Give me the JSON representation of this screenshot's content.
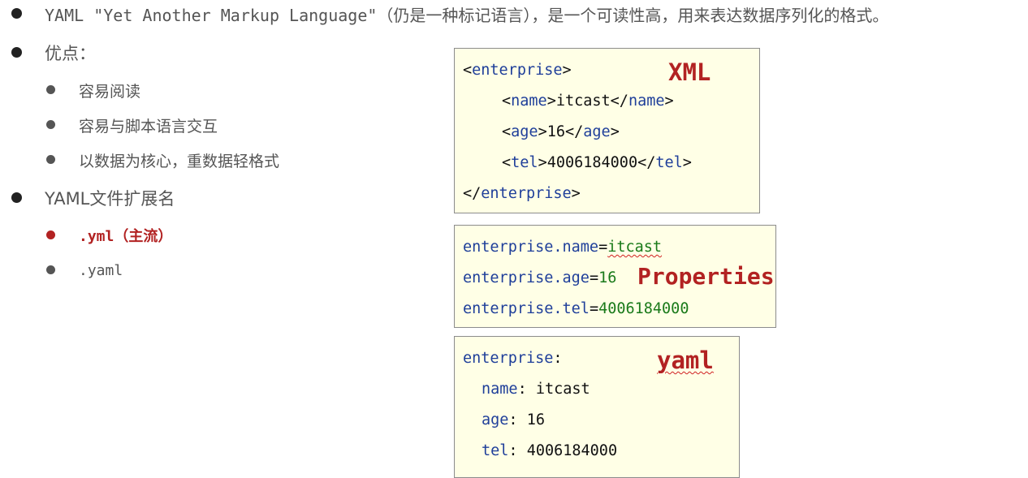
{
  "bullets": {
    "intro": "YAML \"Yet Another Markup Language\"（仍是一种标记语言），是一个可读性高，用来表达数据序列化的格式。",
    "advantages": "优点：",
    "adv_items": [
      "容易阅读",
      "容易与脚本语言交互",
      "以数据为核心，重数据轻格式"
    ],
    "ext_title": "YAML文件扩展名",
    "ext_items": [
      ".yml（主流）",
      ".yaml"
    ]
  },
  "xml_box": {
    "label": "XML",
    "l1_open": "<",
    "l1_tag": "enterprise",
    "l1_close": ">",
    "name_open": "<",
    "name_tag": "name",
    "name_mid": ">itcast</",
    "name_tag2": "name",
    "name_end": ">",
    "age_open": "<",
    "age_tag": "age",
    "age_mid": ">16</",
    "age_tag2": "age",
    "age_end": ">",
    "tel_open": "<",
    "tel_tag": "tel",
    "tel_mid": ">4006184000</",
    "tel_tag2": "tel",
    "tel_end": ">",
    "end_open": "</",
    "end_tag": "enterprise",
    "end_close": ">"
  },
  "props_box": {
    "label": "Properties",
    "name_key": "enterprise.name",
    "name_val": "itcast",
    "age_key": "enterprise.age",
    "age_val": "16",
    "tel_key": "enterprise.tel",
    "tel_val": "4006184000",
    "eq": "="
  },
  "yaml_box": {
    "label": "yaml",
    "root_key": "enterprise",
    "colon": ":",
    "name_key": "name",
    "name_val": " itcast",
    "age_key": "age",
    "age_val": " 16",
    "tel_key": "tel",
    "tel_val": " 4006184000"
  },
  "colors": {
    "accent_red": "#b22222",
    "tag_blue": "#1f3f9a",
    "value_green": "#1a7a1a",
    "box_bg": "#ffffe6"
  }
}
